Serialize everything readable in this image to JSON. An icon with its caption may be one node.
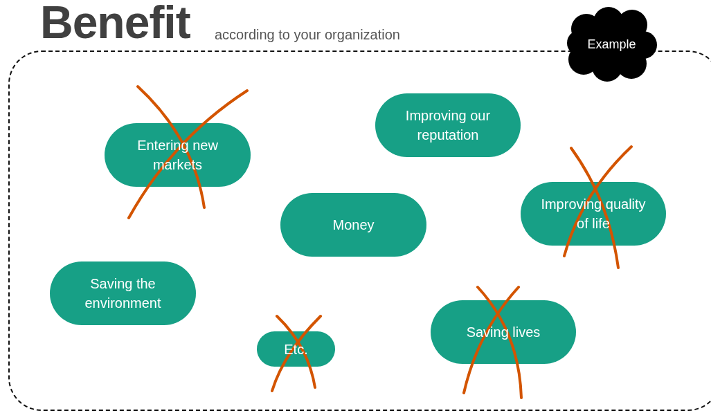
{
  "diagram": {
    "title": "Benefit",
    "nodes": [
      {
        "text": [],
        "shape": "box"
      },
      {
        "text": [
          "Example"
        ]
      },
      {
        "text": [
          "Entering new markets"
        ],
        "in": 0
      },
      {
        "text": [
          "Improving our reputation"
        ],
        "in": 0
      },
      {
        "text": [
          "Money"
        ],
        "in": 0
      },
      {
        "text": [
          "Improving quality of life"
        ],
        "in": 0
      },
      {
        "text": [
          "Saving the environment"
        ],
        "in": 0
      },
      {
        "text": [
          "Etc."
        ],
        "in": 0
      },
      {
        "text": [
          "Saving lives"
        ],
        "in": 0
      }
    ],
    "labels": [
      "according to your organization"
    ]
  }
}
